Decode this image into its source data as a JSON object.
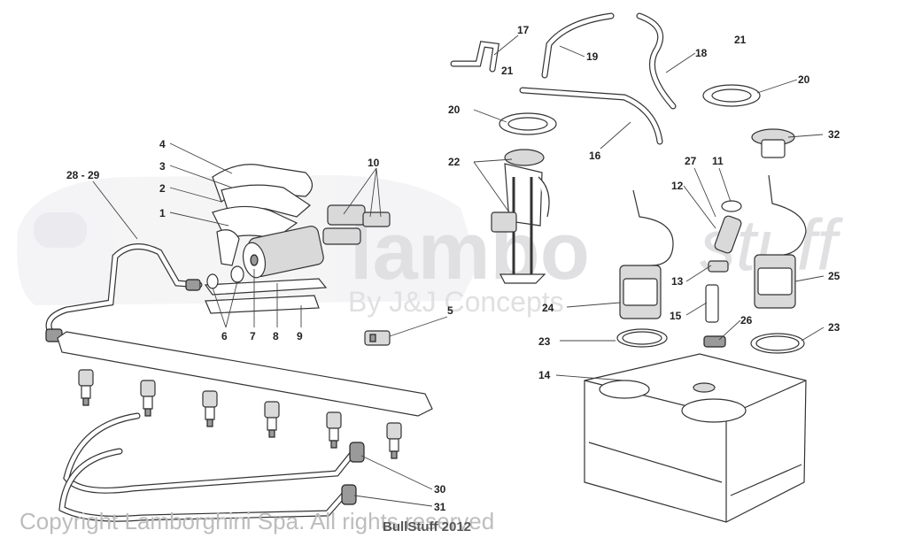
{
  "watermark": {
    "brand": "lambo",
    "brand_script": "stuff",
    "byline": "By J&J Concepts"
  },
  "footer": {
    "copyright": "Copyright Lamborghini Spa. All rights reserved",
    "stamp": "BullStuff 2012"
  },
  "callouts": {
    "c1": "1",
    "c2": "2",
    "c3": "3",
    "c4": "4",
    "c5": "5",
    "c6": "6",
    "c7": "7",
    "c8": "8",
    "c9": "9",
    "c10": "10",
    "c11": "11",
    "c12": "12",
    "c13": "13",
    "c14": "14",
    "c15": "15",
    "c16": "16",
    "c17": "17",
    "c18": "18",
    "c19": "19",
    "c20a": "20",
    "c20b": "20",
    "c21a": "21",
    "c21b": "21",
    "c22": "22",
    "c23a": "23",
    "c23b": "23",
    "c24": "24",
    "c25": "25",
    "c26": "26",
    "c27": "27",
    "c2829": "28 - 29",
    "c30": "30",
    "c31": "31",
    "c32": "32"
  }
}
